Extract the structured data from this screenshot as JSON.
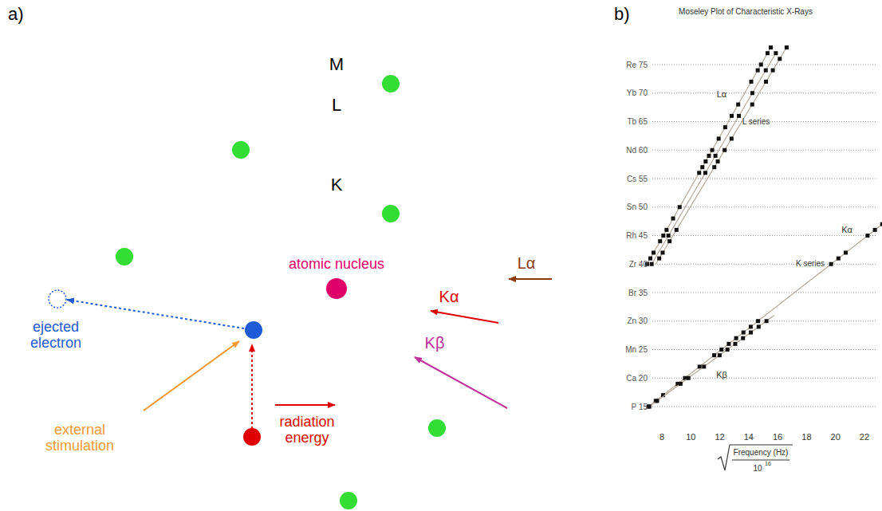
{
  "diagram": {
    "nodes": [
      {
        "text": [
          "M"
        ]
      },
      {
        "text": [
          "L"
        ],
        "in": 0
      },
      {
        "text": [
          "K"
        ],
        "in": 1
      }
    ],
    "labels": [
      "a)",
      "b)",
      "atomic nucleus",
      "ejected electron",
      "external stimulation",
      "radiation energy",
      "Kα",
      "Kβ",
      "Lα",
      "Moseley Plot of Characteristic X-Rays",
      "Re 75",
      "Yb 70",
      "Tb 65",
      "Nd 60",
      "Cs 55",
      "Sn 50",
      "Rh 45",
      "Zr 40",
      "Br 35",
      "Zn 30",
      "Mn 25",
      "Ca 20",
      "P 15",
      "8",
      "10",
      "12",
      "14",
      "16",
      "18",
      "20",
      "22",
      "Lα",
      "L series",
      "Kα",
      "K series",
      "Kβ",
      "Frequency (Hz)",
      "10",
      "16"
    ]
  }
}
